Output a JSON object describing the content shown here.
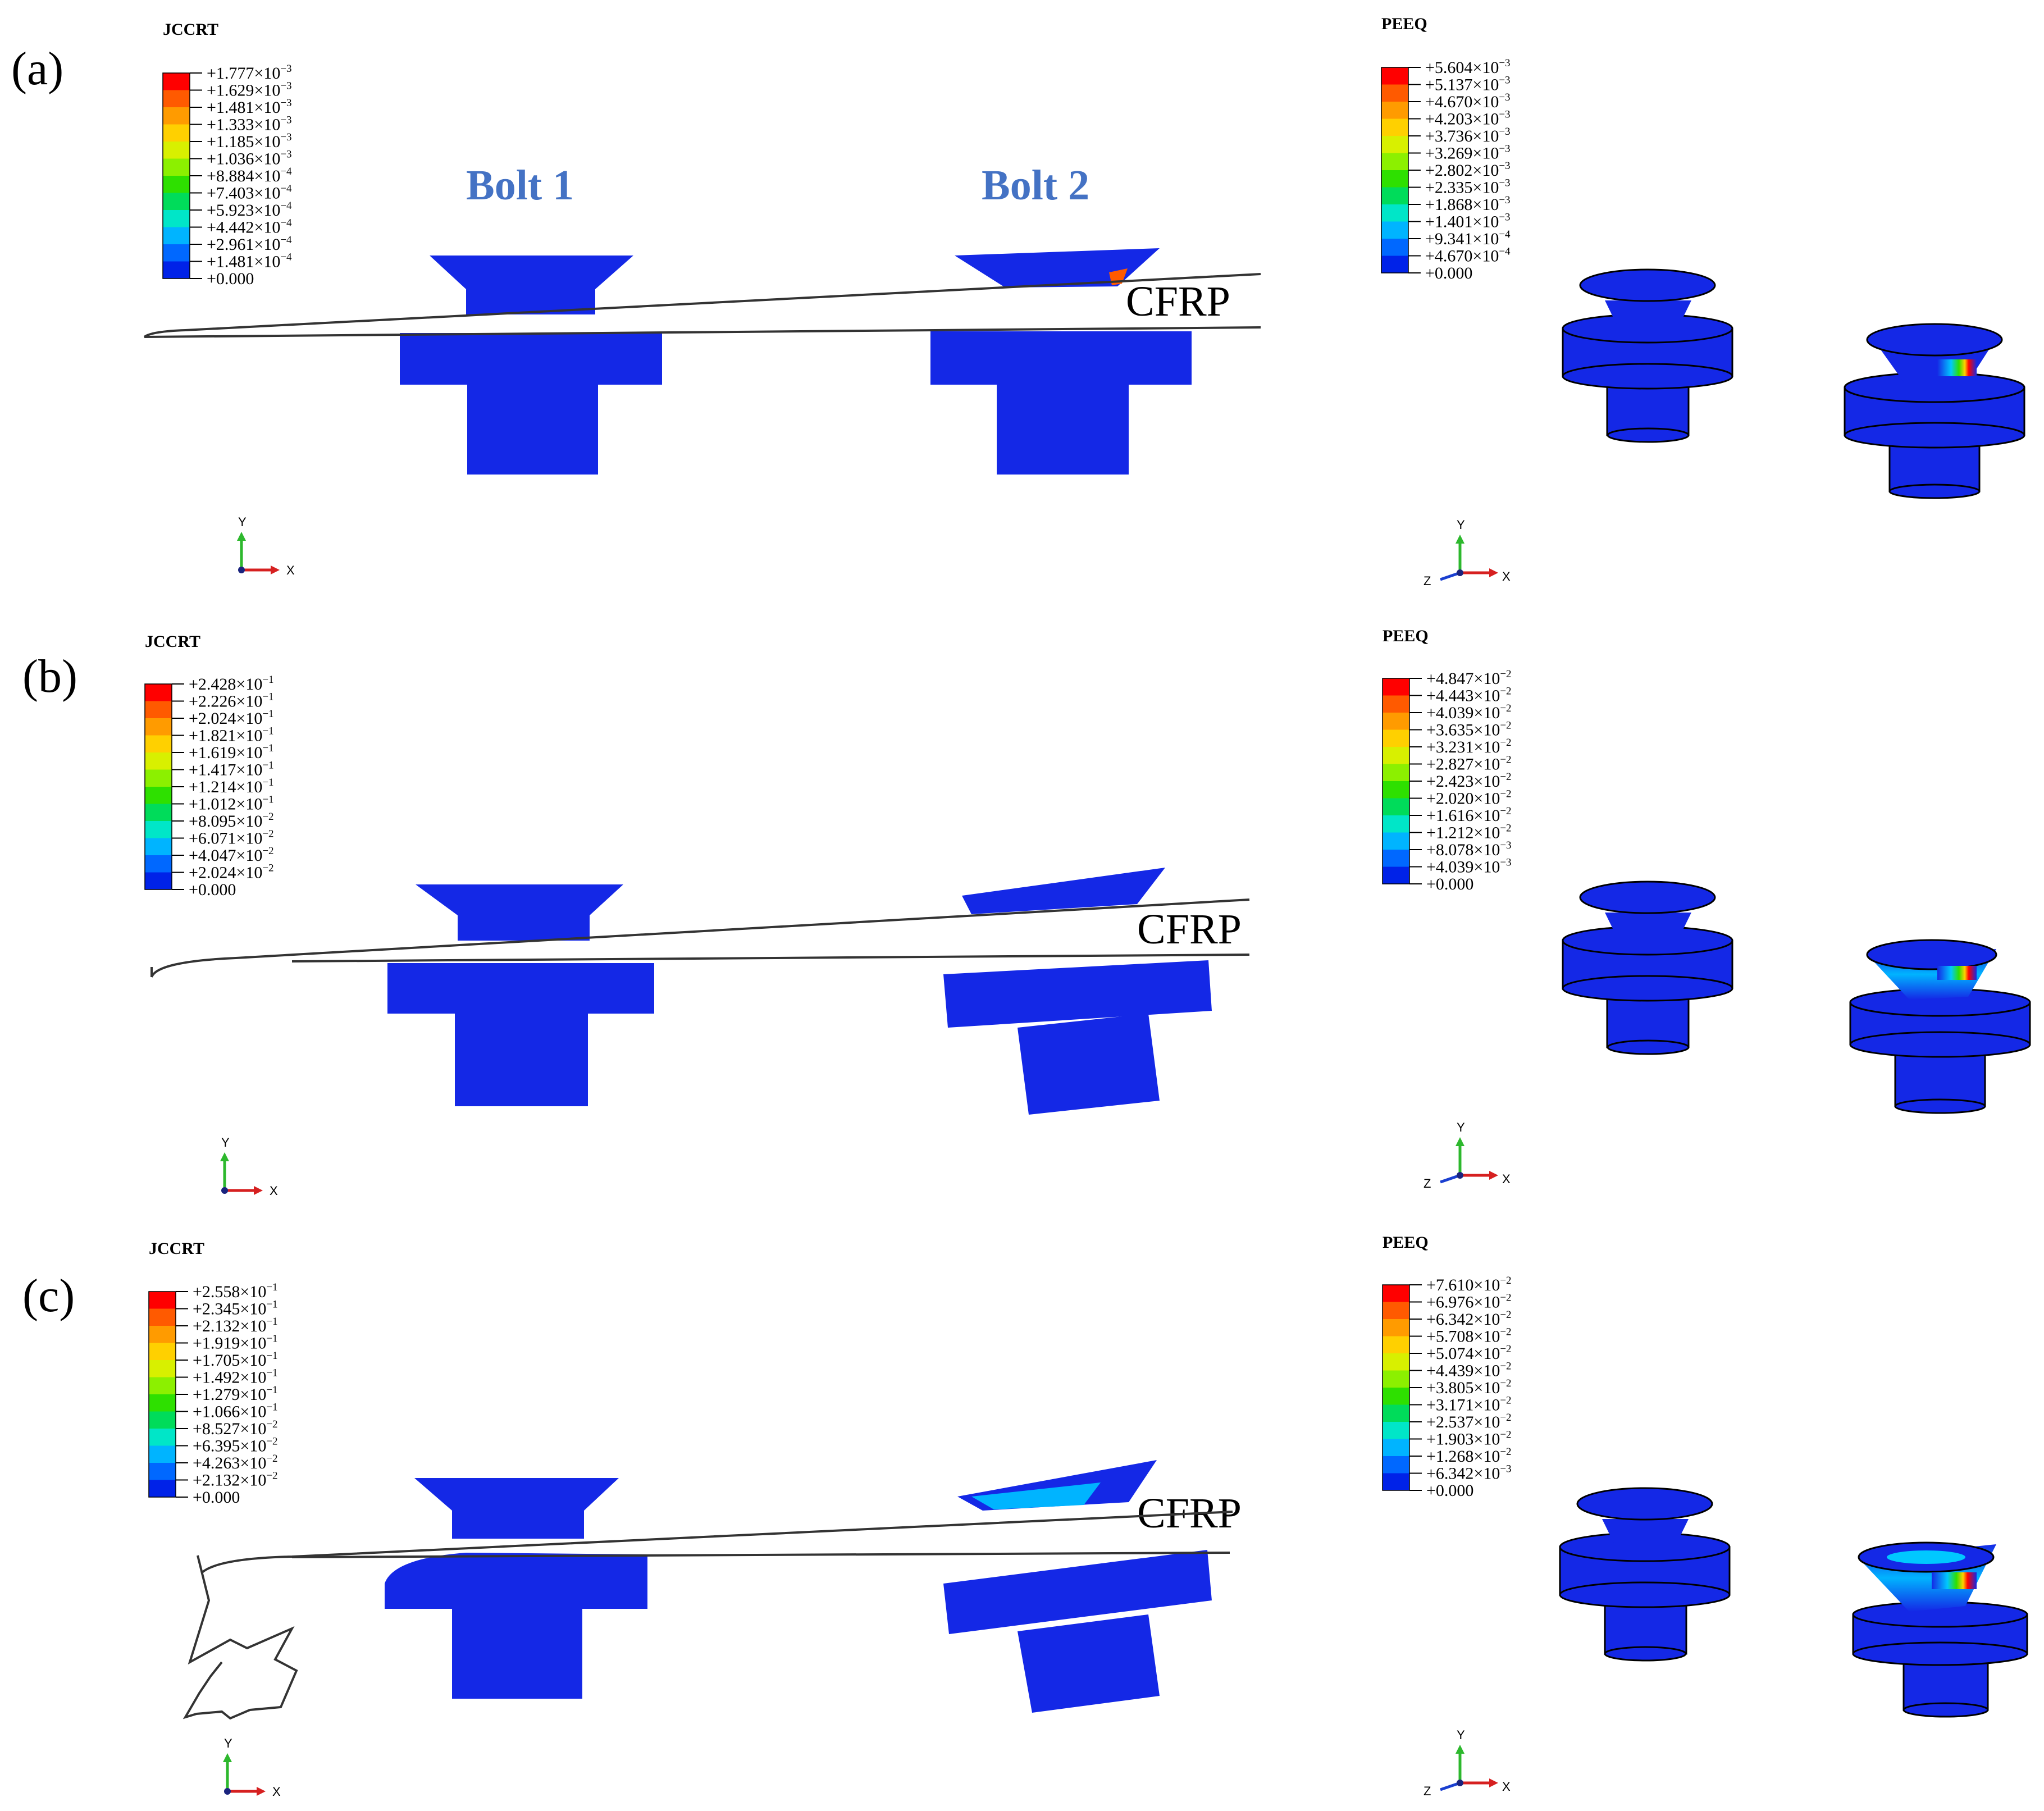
{
  "panels": [
    {
      "label": "(a)",
      "jccrt": {
        "title": "JCCRT",
        "values": [
          {
            "m": "+1.777",
            "e": "-3"
          },
          {
            "m": "+1.629",
            "e": "-3"
          },
          {
            "m": "+1.481",
            "e": "-3"
          },
          {
            "m": "+1.333",
            "e": "-3"
          },
          {
            "m": "+1.185",
            "e": "-3"
          },
          {
            "m": "+1.036",
            "e": "-3"
          },
          {
            "m": "+8.884",
            "e": "-4"
          },
          {
            "m": "+7.403",
            "e": "-4"
          },
          {
            "m": "+5.923",
            "e": "-4"
          },
          {
            "m": "+4.442",
            "e": "-4"
          },
          {
            "m": "+2.961",
            "e": "-4"
          },
          {
            "m": "+1.481",
            "e": "-4"
          },
          {
            "m": "+0.000",
            "e": ""
          }
        ]
      },
      "peeq": {
        "title": "PEEQ",
        "values": [
          {
            "m": "+5.604",
            "e": "-3"
          },
          {
            "m": "+5.137",
            "e": "-3"
          },
          {
            "m": "+4.670",
            "e": "-3"
          },
          {
            "m": "+4.203",
            "e": "-3"
          },
          {
            "m": "+3.736",
            "e": "-3"
          },
          {
            "m": "+3.269",
            "e": "-3"
          },
          {
            "m": "+2.802",
            "e": "-3"
          },
          {
            "m": "+2.335",
            "e": "-3"
          },
          {
            "m": "+1.868",
            "e": "-3"
          },
          {
            "m": "+1.401",
            "e": "-3"
          },
          {
            "m": "+9.341",
            "e": "-4"
          },
          {
            "m": "+4.670",
            "e": "-4"
          },
          {
            "m": "+0.000",
            "e": ""
          }
        ]
      }
    },
    {
      "label": "(b)",
      "jccrt": {
        "title": "JCCRT",
        "values": [
          {
            "m": "+2.428",
            "e": "-1"
          },
          {
            "m": "+2.226",
            "e": "-1"
          },
          {
            "m": "+2.024",
            "e": "-1"
          },
          {
            "m": "+1.821",
            "e": "-1"
          },
          {
            "m": "+1.619",
            "e": "-1"
          },
          {
            "m": "+1.417",
            "e": "-1"
          },
          {
            "m": "+1.214",
            "e": "-1"
          },
          {
            "m": "+1.012",
            "e": "-1"
          },
          {
            "m": "+8.095",
            "e": "-2"
          },
          {
            "m": "+6.071",
            "e": "-2"
          },
          {
            "m": "+4.047",
            "e": "-2"
          },
          {
            "m": "+2.024",
            "e": "-2"
          },
          {
            "m": "+0.000",
            "e": ""
          }
        ]
      },
      "peeq": {
        "title": "PEEQ",
        "values": [
          {
            "m": "+4.847",
            "e": "-2"
          },
          {
            "m": "+4.443",
            "e": "-2"
          },
          {
            "m": "+4.039",
            "e": "-2"
          },
          {
            "m": "+3.635",
            "e": "-2"
          },
          {
            "m": "+3.231",
            "e": "-2"
          },
          {
            "m": "+2.827",
            "e": "-2"
          },
          {
            "m": "+2.423",
            "e": "-2"
          },
          {
            "m": "+2.020",
            "e": "-2"
          },
          {
            "m": "+1.616",
            "e": "-2"
          },
          {
            "m": "+1.212",
            "e": "-2"
          },
          {
            "m": "+8.078",
            "e": "-3"
          },
          {
            "m": "+4.039",
            "e": "-3"
          },
          {
            "m": "+0.000",
            "e": ""
          }
        ]
      }
    },
    {
      "label": "(c)",
      "jccrt": {
        "title": "JCCRT",
        "values": [
          {
            "m": "+2.558",
            "e": "-1"
          },
          {
            "m": "+2.345",
            "e": "-1"
          },
          {
            "m": "+2.132",
            "e": "-1"
          },
          {
            "m": "+1.919",
            "e": "-1"
          },
          {
            "m": "+1.705",
            "e": "-1"
          },
          {
            "m": "+1.492",
            "e": "-1"
          },
          {
            "m": "+1.279",
            "e": "-1"
          },
          {
            "m": "+1.066",
            "e": "-1"
          },
          {
            "m": "+8.527",
            "e": "-2"
          },
          {
            "m": "+6.395",
            "e": "-2"
          },
          {
            "m": "+4.263",
            "e": "-2"
          },
          {
            "m": "+2.132",
            "e": "-2"
          },
          {
            "m": "+0.000",
            "e": ""
          }
        ]
      },
      "peeq": {
        "title": "PEEQ",
        "values": [
          {
            "m": "+7.610",
            "e": "-2"
          },
          {
            "m": "+6.976",
            "e": "-2"
          },
          {
            "m": "+6.342",
            "e": "-2"
          },
          {
            "m": "+5.708",
            "e": "-2"
          },
          {
            "m": "+5.074",
            "e": "-2"
          },
          {
            "m": "+4.439",
            "e": "-2"
          },
          {
            "m": "+3.805",
            "e": "-2"
          },
          {
            "m": "+3.171",
            "e": "-2"
          },
          {
            "m": "+2.537",
            "e": "-2"
          },
          {
            "m": "+1.903",
            "e": "-2"
          },
          {
            "m": "+1.268",
            "e": "-2"
          },
          {
            "m": "+6.342",
            "e": "-3"
          },
          {
            "m": "+0.000",
            "e": ""
          }
        ]
      }
    }
  ],
  "bolt_labels": [
    "Bolt 1",
    "Bolt 2"
  ],
  "material_label": "CFRP",
  "axis_labels": {
    "x": "X",
    "y": "Y",
    "z": "Z"
  },
  "colormap": [
    "#ff0000",
    "#ff5a00",
    "#ff9b00",
    "#ffd000",
    "#d8f000",
    "#8cf000",
    "#2ee000",
    "#00dc5a",
    "#00e6c8",
    "#00b4ff",
    "#0068ff",
    "#0022e8"
  ],
  "colors": {
    "bolt_blue": "#1428e6",
    "label_blue": "#4472c4"
  }
}
